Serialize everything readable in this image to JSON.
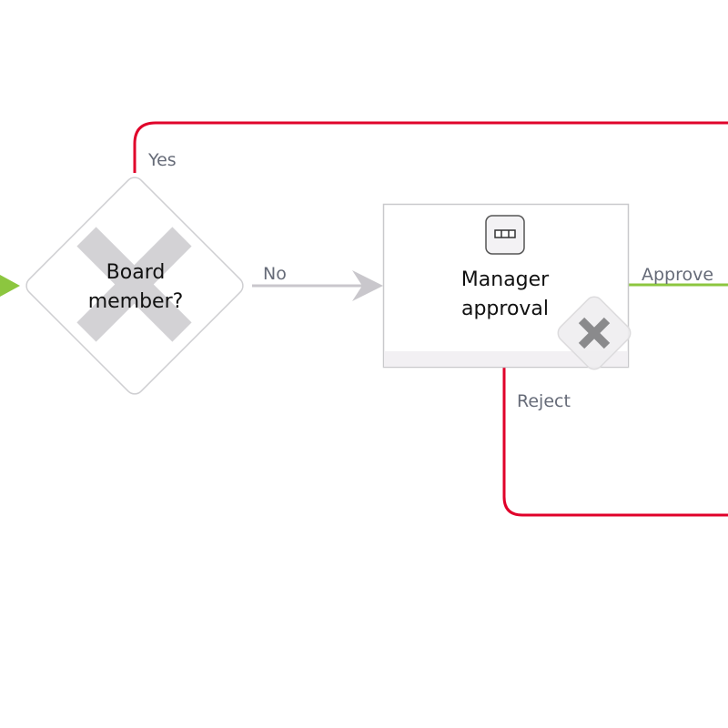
{
  "gateway": {
    "label_line1": "Board",
    "label_line2": "member?"
  },
  "flows": {
    "yes": "Yes",
    "no": "No",
    "approve": "Approve",
    "reject": "Reject"
  },
  "task": {
    "label_line1": "Manager",
    "label_line2": "approval",
    "icon": "user-task-icon"
  },
  "colors": {
    "reject": "#e0002a",
    "approve": "#8cc63f",
    "neutral": "#c9c7cc"
  }
}
